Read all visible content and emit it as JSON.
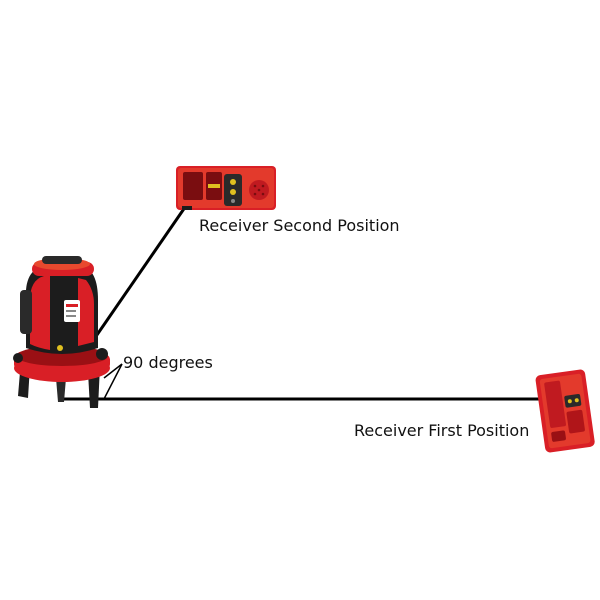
{
  "labels": {
    "second_position": "Receiver Second Position",
    "angle": "90 degrees",
    "first_position": "Receiver First Position"
  },
  "colors": {
    "device_red": "#d91f26",
    "device_dark_red": "#9a1014",
    "device_black": "#1c1c1c",
    "display_red": "#7a0d10",
    "accent_yellow": "#e0c020",
    "beam": "#000000"
  },
  "icons": {
    "laser_level": "laser-level-icon",
    "receiver": "laser-receiver-icon"
  }
}
